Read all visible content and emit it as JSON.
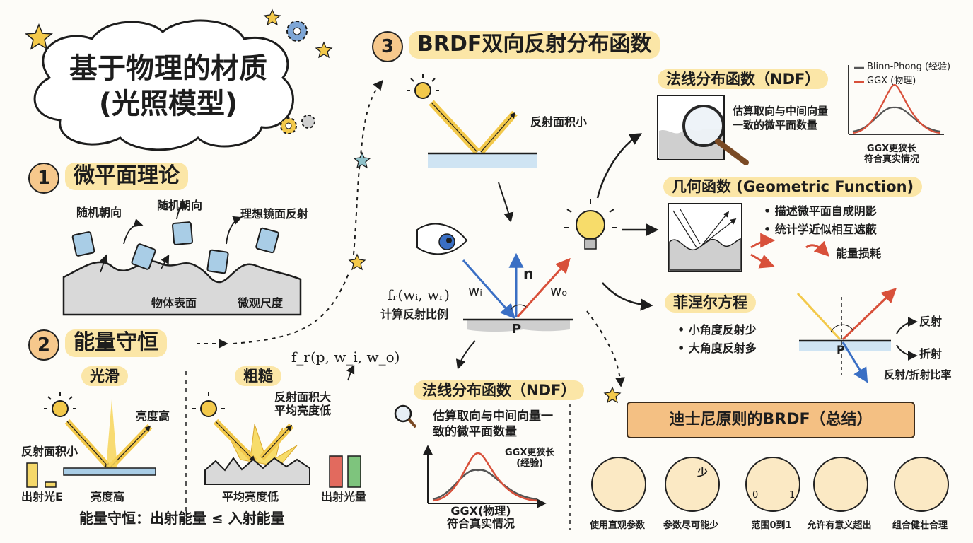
{
  "title": {
    "line1": "基于物理的材质",
    "line2": "(光照模型)"
  },
  "section1": {
    "number": "1",
    "title": "微平面理论",
    "labels": {
      "random1": "随机朝向",
      "random2": "随机朝向",
      "ideal": "理想镜面反射",
      "surface": "物体表面",
      "micro_scale": "微观尺度"
    }
  },
  "section2": {
    "number": "2",
    "title": "能量守恒",
    "smooth": {
      "title": "光滑",
      "bright": "亮度高",
      "small_area": "反射面积小",
      "exit_e": "出射光E",
      "brightness": "亮度高"
    },
    "rough": {
      "title": "粗糙",
      "large_area_line1": "反射面积大",
      "large_area_line2": "平均亮度低",
      "avg_brightness": "平均亮度低",
      "exit_amount": "出射光量"
    },
    "formula": "f_r(p, w_i, w_o)",
    "rule": "能量守恒：出射能量 ≤ 入射能量",
    "bar_colors": {
      "yellow": "#f5d86a",
      "red": "#e26a5e",
      "green": "#7ec47d"
    }
  },
  "section3": {
    "number": "3",
    "title": "BRDF双向反射分布函数",
    "reflect_small": "反射面积小",
    "vectors": {
      "n": "n",
      "wi": "wᵢ",
      "wo": "wₒ",
      "p": "P"
    },
    "fr_label": "fᵣ(wᵢ, wᵣ)",
    "fr_caption": "计算反射比例",
    "colors": {
      "wi": "#3a6fc4",
      "n": "#3a6fc4",
      "wo": "#d8503a"
    }
  },
  "ndf_bottom": {
    "title": "法线分布函数（NDF）",
    "desc_line1": "估算取向与中间向量一",
    "desc_line2": "致的微平面数量",
    "ggx_note_line1": "GGX更狭长",
    "ggx_note_line2": "(经验)",
    "ggx_caption_line1": "GGX(物理)",
    "ggx_caption_line2": "符合真实情况"
  },
  "ndf_top": {
    "title": "法线分布函数（NDF）",
    "desc_line1": "估算取向与中间向量",
    "desc_line2": "一致的微平面数量",
    "legend": [
      "Blinn-Phong (经验)",
      "GGX (物理)"
    ],
    "note_line1": "GGX更狭长",
    "note_line2": "符合真实情况"
  },
  "geometric": {
    "title": "几何函数 (Geometric Function)",
    "bullet1": "• 描述微平面自成阴影",
    "bullet2": "• 统计学近似相互遮蔽",
    "energy_loss": "能量损耗"
  },
  "fresnel": {
    "title": "菲涅尔方程",
    "bullet1": "• 小角度反射少",
    "bullet2": "• 大角度反射多",
    "reflect": "反射",
    "refract": "折射",
    "ratio": "反射/折射比率",
    "p": "P"
  },
  "disney": {
    "title": "迪士尼原则的BRDF（总结）",
    "items": [
      {
        "label": "使用直观参数",
        "icon": "sliders-icon"
      },
      {
        "label": "参数尽可能少",
        "icon": "few-params-icon",
        "glyph": "少"
      },
      {
        "label": "范围0到1",
        "icon": "range-icon",
        "min": "0",
        "max": "1"
      },
      {
        "label": "允许有意义超出",
        "icon": "exceed-icon"
      },
      {
        "label": "组合健壮合理",
        "icon": "thumbs-up-gear-icon"
      }
    ]
  }
}
